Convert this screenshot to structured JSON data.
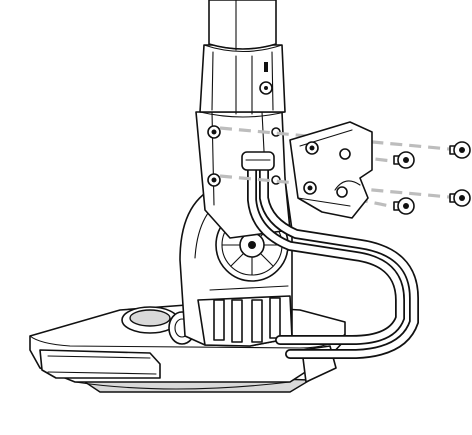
{
  "diagram": {
    "subject": "monitor-arm-pole-base-cable-clip-assembly",
    "colors": {
      "outline": "#111111",
      "guide_lines": "#bdbdbd",
      "fill": "#ffffff",
      "shade": "#d9d9d9"
    },
    "parts": [
      {
        "name": "vertical-pole",
        "icon": "pole"
      },
      {
        "name": "pole-clamp-collar",
        "icon": "collar"
      },
      {
        "name": "mounting-bracket",
        "icon": "bracket"
      },
      {
        "name": "cable-clip-cover",
        "icon": "cable-clip"
      },
      {
        "name": "screw",
        "icon": "screw",
        "count": 4
      },
      {
        "name": "cable",
        "icon": "cable"
      },
      {
        "name": "base-plate",
        "icon": "base"
      },
      {
        "name": "gear-wheel",
        "icon": "gear"
      }
    ]
  }
}
